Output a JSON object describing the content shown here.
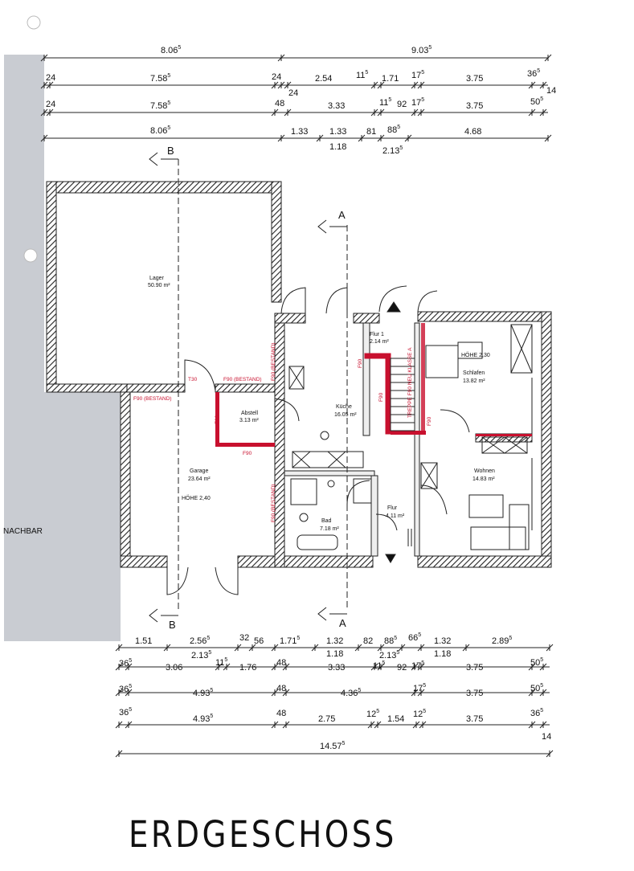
{
  "title": "ERDGESCHOSS",
  "colors": {
    "wall": "#333333",
    "fire_wall": "#c8102e",
    "neighbor_shade": "#c9ccd2"
  },
  "dimensions_top": [
    [
      {
        "t": "8.06",
        "s": "5"
      },
      {
        "t": "9.03",
        "s": "5"
      }
    ],
    [
      {
        "t": "24",
        "s": ""
      },
      {
        "t": "7.58",
        "s": "5"
      },
      {
        "t": "24",
        "s": ""
      },
      {
        "t": "24",
        "s": ""
      },
      {
        "t": "2.54",
        "s": ""
      },
      {
        "t": "11",
        "s": "5"
      },
      {
        "t": "1.71",
        "s": ""
      },
      {
        "t": "17",
        "s": "5"
      },
      {
        "t": "3.75",
        "s": ""
      },
      {
        "t": "36",
        "s": "5"
      },
      {
        "t": "14",
        "s": ""
      }
    ],
    [
      {
        "t": "24",
        "s": ""
      },
      {
        "t": "7.58",
        "s": "5"
      },
      {
        "t": "48",
        "s": ""
      },
      {
        "t": "3.33",
        "s": ""
      },
      {
        "t": "11",
        "s": "5"
      },
      {
        "t": "92",
        "s": ""
      },
      {
        "t": "17",
        "s": "5"
      },
      {
        "t": "3.75",
        "s": ""
      },
      {
        "t": "50",
        "s": "5"
      }
    ],
    [
      {
        "t": "8.06",
        "s": "5"
      },
      {
        "t": "1.33",
        "s": ""
      },
      {
        "t": "1.33",
        "s": ""
      },
      {
        "t": "81",
        "s": ""
      },
      {
        "t": "88",
        "s": "5"
      },
      {
        "t": "4.68",
        "s": ""
      },
      {
        "t": "1.18",
        "s": ""
      },
      {
        "t": "2.13",
        "s": "5"
      }
    ]
  ],
  "dimensions_bottom": [
    [
      {
        "t": "1.51",
        "s": ""
      },
      {
        "t": "2.56",
        "s": "5"
      },
      {
        "t": "32",
        "s": ""
      },
      {
        "t": "56",
        "s": ""
      },
      {
        "t": "1.71",
        "s": "5"
      },
      {
        "t": "1.32",
        "s": ""
      },
      {
        "t": "82",
        "s": ""
      },
      {
        "t": "88",
        "s": "5"
      },
      {
        "t": "66",
        "s": "5"
      },
      {
        "t": "1.32",
        "s": ""
      },
      {
        "t": "2.89",
        "s": "5"
      },
      {
        "t": "2.13",
        "s": "5"
      },
      {
        "t": "1.18",
        "s": ""
      },
      {
        "t": "2.13",
        "s": "5"
      },
      {
        "t": "1.18",
        "s": ""
      }
    ],
    [
      {
        "t": "36",
        "s": "5"
      },
      {
        "t": "3.06",
        "s": ""
      },
      {
        "t": "11",
        "s": "5"
      },
      {
        "t": "1.76",
        "s": ""
      },
      {
        "t": "48",
        "s": ""
      },
      {
        "t": "3.33",
        "s": ""
      },
      {
        "t": "11",
        "s": "5"
      },
      {
        "t": "92",
        "s": ""
      },
      {
        "t": "17",
        "s": "5"
      },
      {
        "t": "3.75",
        "s": ""
      },
      {
        "t": "50",
        "s": "5"
      }
    ],
    [
      {
        "t": "36",
        "s": "5"
      },
      {
        "t": "4.93",
        "s": "5"
      },
      {
        "t": "48",
        "s": ""
      },
      {
        "t": "4.36",
        "s": "5"
      },
      {
        "t": "17",
        "s": "5"
      },
      {
        "t": "3.75",
        "s": ""
      },
      {
        "t": "50",
        "s": "5"
      }
    ],
    [
      {
        "t": "36",
        "s": "5"
      },
      {
        "t": "4.93",
        "s": "5"
      },
      {
        "t": "48",
        "s": ""
      },
      {
        "t": "2.75",
        "s": ""
      },
      {
        "t": "12",
        "s": "5"
      },
      {
        "t": "1.54",
        "s": ""
      },
      {
        "t": "12",
        "s": "5"
      },
      {
        "t": "3.75",
        "s": ""
      },
      {
        "t": "36",
        "s": "5"
      },
      {
        "t": "14",
        "s": ""
      }
    ],
    [
      {
        "t": "14.57",
        "s": "5"
      }
    ]
  ],
  "rooms": {
    "lager": {
      "name": "Lager",
      "area": "50.90 m²"
    },
    "abstell": {
      "name": "Abstell",
      "area": "3.13 m²"
    },
    "garage": {
      "name": "Garage",
      "area": "23.64 m²",
      "height": "HÖHE 2,40"
    },
    "kueche": {
      "name": "Küche",
      "area": "16.05 m²"
    },
    "flur1": {
      "name": "Flur 1",
      "area": "2.14 m²"
    },
    "schlafen": {
      "name": "Schlafen",
      "area": "13.82 m²",
      "height": "HÖHE 2,30"
    },
    "wohnen": {
      "name": "Wohnen",
      "area": "14.83 m²"
    },
    "bad": {
      "name": "Bad",
      "area": "7.18 m²"
    },
    "flur": {
      "name": "Flur",
      "area": "4.11 m²"
    }
  },
  "neighbor_label": "NACHBAR",
  "fire_labels": {
    "f90_bestand_1": "F90 (BESTAND)",
    "f90_bestand_2": "F90 (BESTAND)",
    "f90_bestand_3": "F90 (BESTAND)",
    "f90_bestand_4": "F90 (BESTAND)",
    "f90_a": "F90",
    "f90_b": "F90",
    "f90_c": "F90",
    "f90_d": "F90",
    "f90_e": "F90",
    "t30": "T30",
    "stair_note": "TREPPE F90 NEU KLASSE A"
  },
  "sections": {
    "a_top": "A",
    "a_bottom": "A",
    "b_top": "B",
    "b_bottom": "B"
  }
}
